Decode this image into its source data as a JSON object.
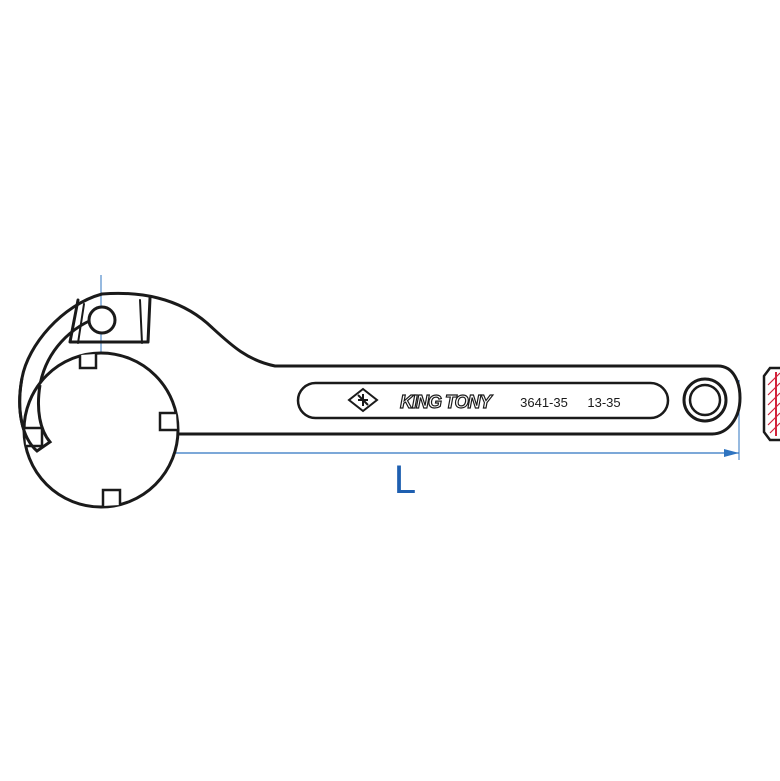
{
  "brand": "KING TONY",
  "model_number": "3641-35",
  "size_range": "13-35",
  "dimension_label": "L",
  "colors": {
    "outline": "#1a1a1a",
    "dimension": "#2f74c0",
    "dimension_text": "#1e5fb0",
    "section": "#d2233c"
  },
  "icons": [
    "king-tony-logo-icon",
    "arrow-left-icon",
    "arrow-right-icon"
  ]
}
